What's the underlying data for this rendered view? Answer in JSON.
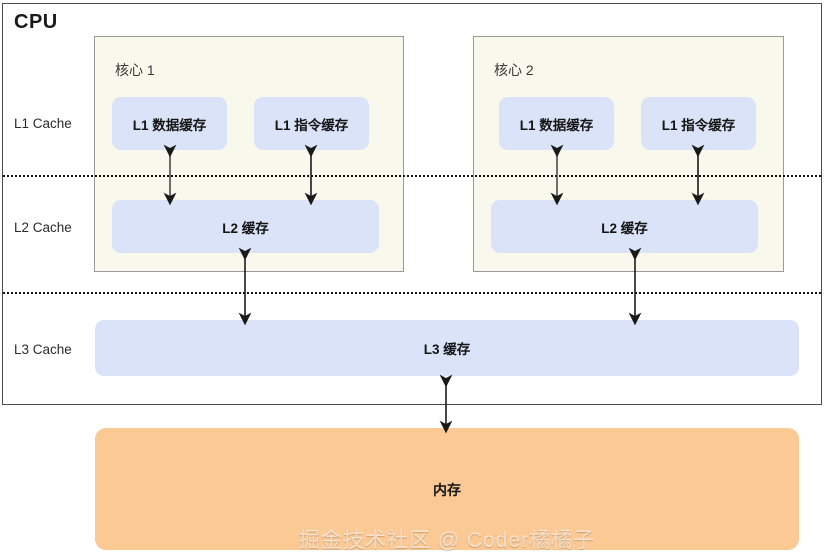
{
  "diagram": {
    "title": "CPU",
    "tiers": [
      {
        "key": "l1",
        "label": "L1 Cache"
      },
      {
        "key": "l2",
        "label": "L2 Cache"
      },
      {
        "key": "l3",
        "label": "L3 Cache"
      }
    ],
    "cores": [
      {
        "title": "核心 1",
        "l1_data": "L1 数据缓存",
        "l1_instruction": "L1 指令缓存",
        "l2": "L2 缓存"
      },
      {
        "title": "核心 2",
        "l1_data": "L1 数据缓存",
        "l1_instruction": "L1 指令缓存",
        "l2": "L2 缓存"
      }
    ],
    "l3": {
      "label": "L3 缓存"
    },
    "memory": {
      "label": "内存"
    },
    "watermark": "掘金技术社区 @ Coder橘橘子",
    "colors": {
      "cache_fill": "#dae3f8",
      "core_fill": "#f8f8ec",
      "memory_fill": "#fbc994",
      "frame_stroke": "#4a4a4a",
      "core_stroke": "#9a9a9a",
      "arrow_stroke": "#1a1a1a",
      "divider_stroke": "#101010"
    }
  }
}
